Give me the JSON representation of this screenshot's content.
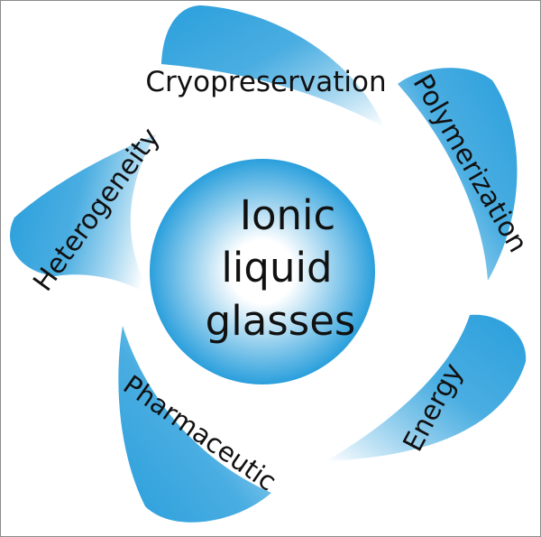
{
  "center": {
    "lines": [
      "Ionic",
      "liquid",
      "glasses"
    ],
    "color_inner": "#ffffff",
    "color_outer": "#2a9fdc"
  },
  "petals": {
    "color_dark": "#2a9fdc",
    "color_light": "#ffffff",
    "labels": [
      "Cryopreservation",
      "Polymerization",
      "Energy",
      "Pharmaceutic",
      "Heterogeneity"
    ]
  }
}
